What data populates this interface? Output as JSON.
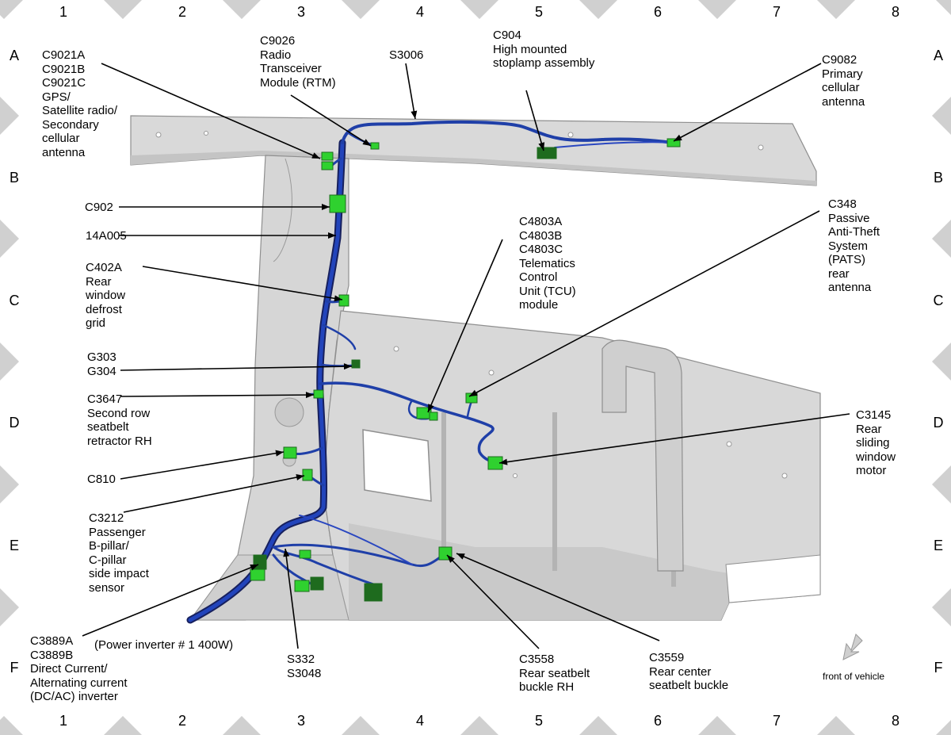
{
  "grid": {
    "columns": [
      "1",
      "2",
      "3",
      "4",
      "5",
      "6",
      "7",
      "8"
    ],
    "rows": [
      "A",
      "B",
      "C",
      "D",
      "E",
      "F"
    ]
  },
  "callouts": {
    "c9021": "C9021A\nC9021B\nC9021C\nGPS/\nSatellite radio/\nSecondary\ncellular\nantenna",
    "c9026": "C9026\nRadio\nTransceiver\nModule (RTM)",
    "s3006": "S3006",
    "c904": "C904\nHigh mounted\nstoplamp assembly",
    "c9082": "C9082\nPrimary\ncellular\nantenna",
    "c902": "C902",
    "w14a005": "14A005",
    "c4803": "C4803A\nC4803B\nC4803C\nTelematics\nControl\nUnit (TCU)\nmodule",
    "c348": "C348\nPassive\nAnti-Theft\nSystem\n(PATS)\nrear\nantenna",
    "c402a": "C402A\nRear\nwindow\ndefrost\ngrid",
    "g303": "G303\nG304",
    "c3647": "C3647\nSecond row\nseatbelt\nretractor RH",
    "c3145": "C3145\nRear\nsliding\nwindow\nmotor",
    "c810": "C810",
    "c3212": "C3212\nPassenger\nB-pillar/\nC-pillar\nside impact\nsensor",
    "c3889": "C3889A\nC3889B\nDirect Current/\nAlternating current\n(DC/AC) inverter",
    "power_inverter": "(Power inverter # 1 400W)",
    "s332": "S332\nS3048",
    "c3558": "C3558\nRear seatbelt\nbuckle RH",
    "c3559": "C3559\nRear center\nseatbelt buckle",
    "front_of_vehicle": "front of vehicle"
  },
  "colors": {
    "harness": "#1f3fa8",
    "harness_dark": "#17205e",
    "connector": "#2fd12f",
    "connector_dark": "#1e6b1e",
    "panel": "#dcdcdc",
    "panel_edge": "#9a9a9a",
    "border_triangle": "#d0d0d0"
  },
  "icons": {
    "front_arrow": "arrow-down-left-icon"
  }
}
